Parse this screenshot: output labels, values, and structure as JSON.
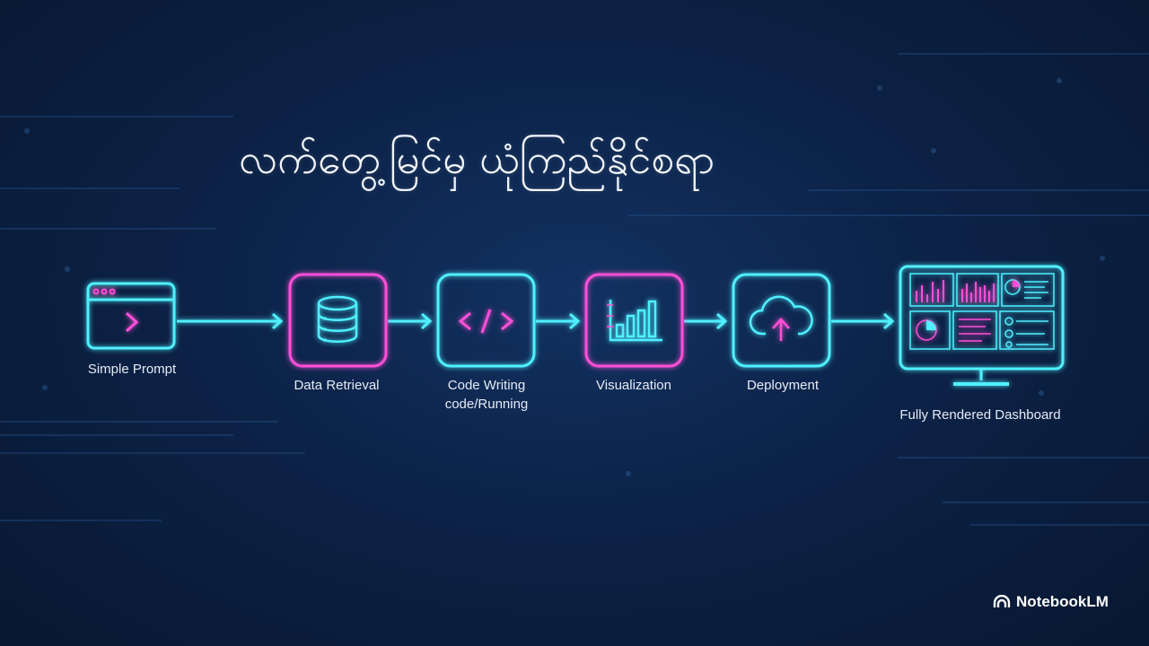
{
  "title": "လက်တွေ့မြင်မှ ယုံကြည်နိုင်စရာ",
  "steps": [
    {
      "label": "Simple Prompt",
      "icon": "terminal-window-icon",
      "color": "#4ff0ff"
    },
    {
      "label": "Data Retrieval",
      "icon": "database-icon",
      "color": "#ff4fd8"
    },
    {
      "label": "Code Writing\ncode/Running",
      "icon": "code-brackets-icon",
      "color": "#4ff0ff"
    },
    {
      "label": "Visualization",
      "icon": "bar-chart-icon",
      "color": "#ff4fd8"
    },
    {
      "label": "Deployment",
      "icon": "cloud-upload-icon",
      "color": "#4ff0ff"
    },
    {
      "label": "Fully Rendered Dashboard",
      "icon": "dashboard-monitor-icon",
      "color": "#4ff0ff"
    }
  ],
  "colors": {
    "cyan": "#4ff0ff",
    "magenta": "#ff4fd8",
    "background": "#0c2247"
  },
  "brand": {
    "name": "NotebookLM",
    "icon": "notebooklm-logo-icon"
  }
}
